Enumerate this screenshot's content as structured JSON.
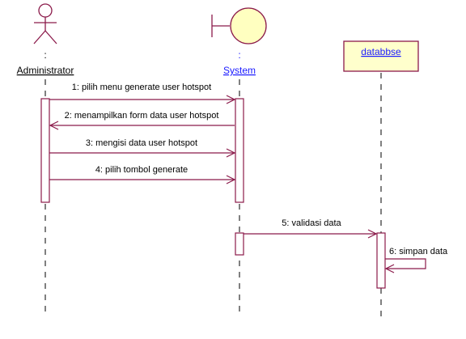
{
  "colors": {
    "line": "#8b1a4a",
    "boundary_fill": "#ffffc0",
    "box_fill": "#ffffcc",
    "lifeline": "#000000",
    "name_blue": "#1a1aff",
    "text": "#000000"
  },
  "participants": [
    {
      "id": "admin",
      "prefix": ":",
      "name": "Administrator",
      "kind": "actor",
      "icon": "actor-stick-figure-icon"
    },
    {
      "id": "system",
      "prefix": ":",
      "name": "System",
      "kind": "boundary",
      "icon": "boundary-object-icon"
    },
    {
      "id": "db",
      "prefix": "",
      "name": "databbse",
      "kind": "object",
      "icon": ""
    }
  ],
  "messages": [
    {
      "label": "1: pilih menu generate user hotspot",
      "from": "admin",
      "to": "system"
    },
    {
      "label": "2: menampilkan form data user hotspot",
      "from": "system",
      "to": "admin"
    },
    {
      "label": "3: mengisi data user hotspot",
      "from": "admin",
      "to": "system"
    },
    {
      "label": "4: pilih tombol generate",
      "from": "admin",
      "to": "system"
    },
    {
      "label": "5: validasi data",
      "from": "system",
      "to": "db"
    },
    {
      "label": "6: simpan data",
      "from": "db",
      "to": "db"
    }
  ]
}
